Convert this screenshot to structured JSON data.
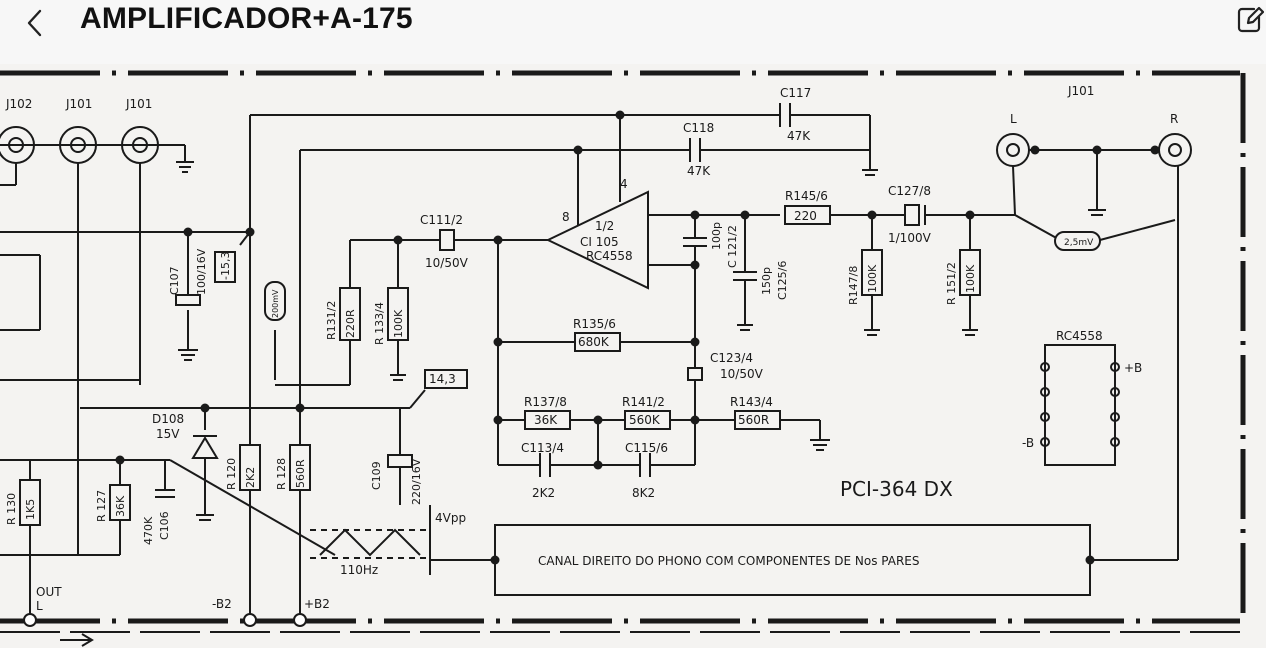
{
  "header": {
    "title": "AMPLIFICADOR+A-175",
    "back_icon": "chevron-left-icon",
    "edit_icon": "edit-icon"
  },
  "schematic": {
    "jacks": [
      "J102",
      "J101",
      "J101"
    ],
    "c117": "C117",
    "c117_val": "47K",
    "c118": "C118",
    "c118_val": "47K",
    "j101_right": "J101",
    "jack_l": "L",
    "jack_r": "R",
    "c107": "C107",
    "c107_val": "100/16V",
    "v153": "-15,3",
    "v200": "200mV",
    "c111": "C111/2",
    "c111_val": "10/50V",
    "r131": "R131/2",
    "r131_val": "220R",
    "r133": "R 133/4",
    "r133_val": "100K",
    "ic_pin8": "8",
    "ic_pin4": "4",
    "ic_half": "1/2",
    "ic_name": "CI 105",
    "ic_part": "RC4558",
    "c121_val": "100p",
    "c121": "C 121/2",
    "c125_val": "150p",
    "c125": "C125/6",
    "r145": "R145/6",
    "r145_val": "220",
    "c127": "C127/8",
    "c127_val": "1/100V",
    "r147": "R147/8",
    "r147_val": "100K",
    "r151": "R 151/2",
    "r151_val": "100K",
    "v25": "2,5mV",
    "chip_title": "RC4558",
    "chip_pos": "+B",
    "chip_neg": "-B",
    "r135": "R135/6",
    "r135_val": "680K",
    "c123": "C123/4",
    "c123_val": "10/50V",
    "v143": "14,3",
    "r137": "R137/8",
    "r137_val": "36K",
    "r141": "R141/2",
    "r141_val": "560K",
    "r143": "R143/4",
    "r143_val": "560R",
    "c113": "C113/4",
    "c113_val": "2K2",
    "c115": "C115/6",
    "c115_val": "8K2",
    "d108": "D108",
    "d108_val": "15V",
    "r120": "R 120",
    "r120_val": "2K2",
    "r128": "R 128",
    "r128_val": "560R",
    "c109": "C109",
    "c109_val": "220/16V",
    "vpp": "4Vpp",
    "hz": "110Hz",
    "pci": "PCI-364 DX",
    "r130": "R 130",
    "r130_val": "1K5",
    "r127": "R 127",
    "r127_val": "36K",
    "c106_val": "470K",
    "c106": "C106",
    "out": "OUT",
    "out_l": "L",
    "b2neg": "-B2",
    "b2pos": "+B2",
    "box_text": "CANAL  DIREITO  DO PHONO  COM  COMPONENTES  DE  Nos  PARES"
  }
}
